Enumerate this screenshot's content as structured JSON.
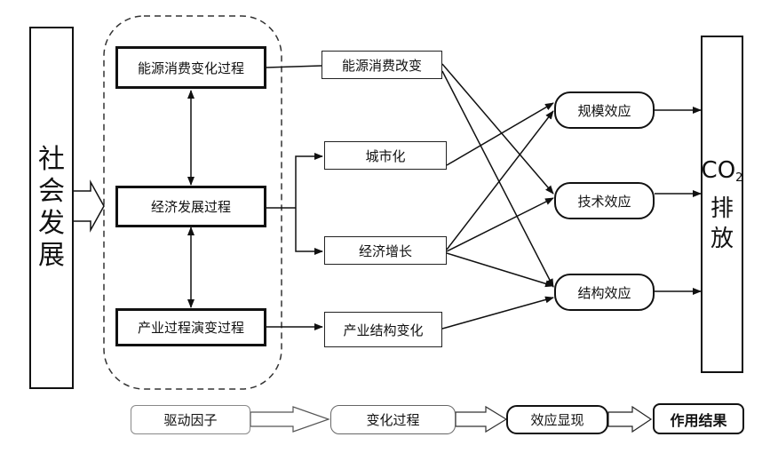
{
  "left_label_chars": [
    "社",
    "会",
    "发",
    "展"
  ],
  "right_label": {
    "main": "CO",
    "sub": "2",
    "chars": [
      "排",
      "放"
    ]
  },
  "drivers": {
    "energy_process": "能源消费变化过程",
    "economic_process": "经济发展过程",
    "industry_process": "产业过程演变过程"
  },
  "changes": {
    "energy_change": "能源消费改变",
    "urbanization": "城市化",
    "economic_growth": "经济增长",
    "industry_structure": "产业结构变化"
  },
  "effects": {
    "scale": "规模效应",
    "technology": "技术效应",
    "structure": "结构效应"
  },
  "legend": [
    "驱动因子",
    "变化过程",
    "效应显现",
    "作用结果"
  ]
}
